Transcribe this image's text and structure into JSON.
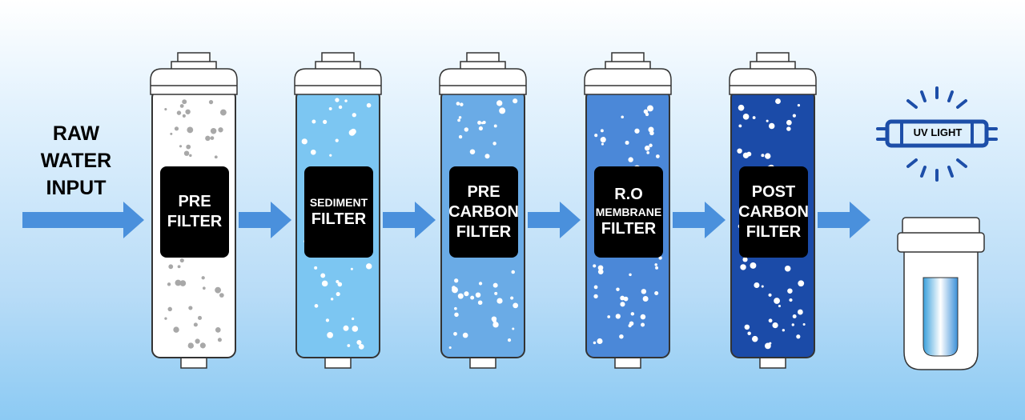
{
  "input_label": [
    "RAW",
    "WATER",
    "INPUT"
  ],
  "filters": [
    {
      "lines": [
        "PRE",
        "FILTER"
      ],
      "small_line": null,
      "fill": "#ffffff",
      "dots": "#a8a8a8"
    },
    {
      "lines": [
        "SEDIMENT",
        "FILTER"
      ],
      "small_line": 0,
      "fill": "#7cc6f2",
      "dots": "#ffffff"
    },
    {
      "lines": [
        "PRE",
        "CARBON",
        "FILTER"
      ],
      "small_line": null,
      "fill": "#6aabe6",
      "dots": "#ffffff"
    },
    {
      "lines": [
        "R.O",
        "MEMBRANE",
        "FILTER"
      ],
      "small_line": 1,
      "fill": "#4b88d8",
      "dots": "#ffffff"
    },
    {
      "lines": [
        "POST",
        "CARBON",
        "FILTER"
      ],
      "small_line": null,
      "fill": "#1b4ba8",
      "dots": "#ffffff"
    }
  ],
  "uv_label": "UV LIGHT",
  "colors": {
    "arrow": "#4a90dc",
    "uv": "#1d4ea8"
  }
}
